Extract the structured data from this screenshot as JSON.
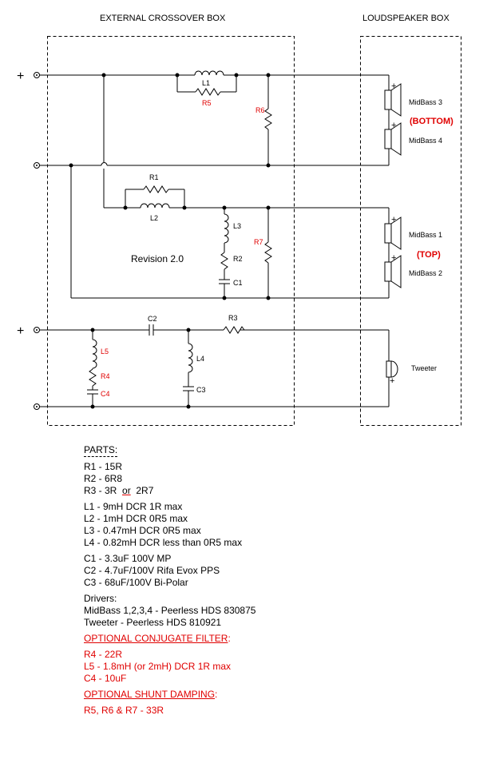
{
  "boxes": {
    "crossover_title": "EXTERNAL CROSSOVER BOX",
    "speaker_title": "LOUDSPEAKER BOX"
  },
  "terminals": {
    "plus": "+"
  },
  "revision": "Revision 2.0",
  "components": {
    "L1": "L1",
    "R5": "R5",
    "R6": "R6",
    "R1": "R1",
    "L2": "L2",
    "L3": "L3",
    "R2": "R2",
    "C1": "C1",
    "R7": "R7",
    "C2": "C2",
    "R3": "R3",
    "L5": "L5",
    "R4": "R4",
    "C4": "C4",
    "L4": "L4",
    "C3": "C3"
  },
  "drivers": {
    "midbass3": "MidBass 3",
    "midbass4": "MidBass 4",
    "bottom": "(BOTTOM)",
    "midbass1": "MidBass 1",
    "midbass2": "MidBass 2",
    "top": "(TOP)",
    "tweeter": "Tweeter",
    "plus": "+"
  },
  "parts": {
    "header": "PARTS:",
    "r1": "R1 - 15R",
    "r2": "R2 - 6R8",
    "r3_a": "R3 - 3R",
    "r3_or": "or",
    "r3_b": "2R7",
    "l1": "L1 - 9mH DCR 1R max",
    "l2": "L2 - 1mH DCR 0R5 max",
    "l3": "L3 - 0.47mH DCR 0R5 max",
    "l4": "L4 - 0.82mH DCR less than 0R5 max",
    "c1": "C1 - 3.3uF 100V MP",
    "c2": "C2 - 4.7uF/100V Rifa Evox PPS",
    "c3": "C3 - 68uF/100V Bi-Polar",
    "drivers_header": "Drivers:",
    "drivers_mid": "MidBass 1,2,3,4 - Peerless HDS 830875",
    "drivers_tw": "Tweeter - Peerless HDS 810921",
    "conj_header": "OPTIONAL CONJUGATE FILTER",
    "conj_colon": ":",
    "r4": "R4 - 22R",
    "l5": "L5 - 1.8mH (or 2mH) DCR 1R max",
    "c4": "C4 - 10uF",
    "shunt_header": "OPTIONAL SHUNT DAMPING",
    "shunt_colon": ":",
    "shunt_vals": "R5, R6 & R7 - 33R"
  },
  "colors": {
    "accent_red": "#e00000",
    "line": "#000000"
  }
}
